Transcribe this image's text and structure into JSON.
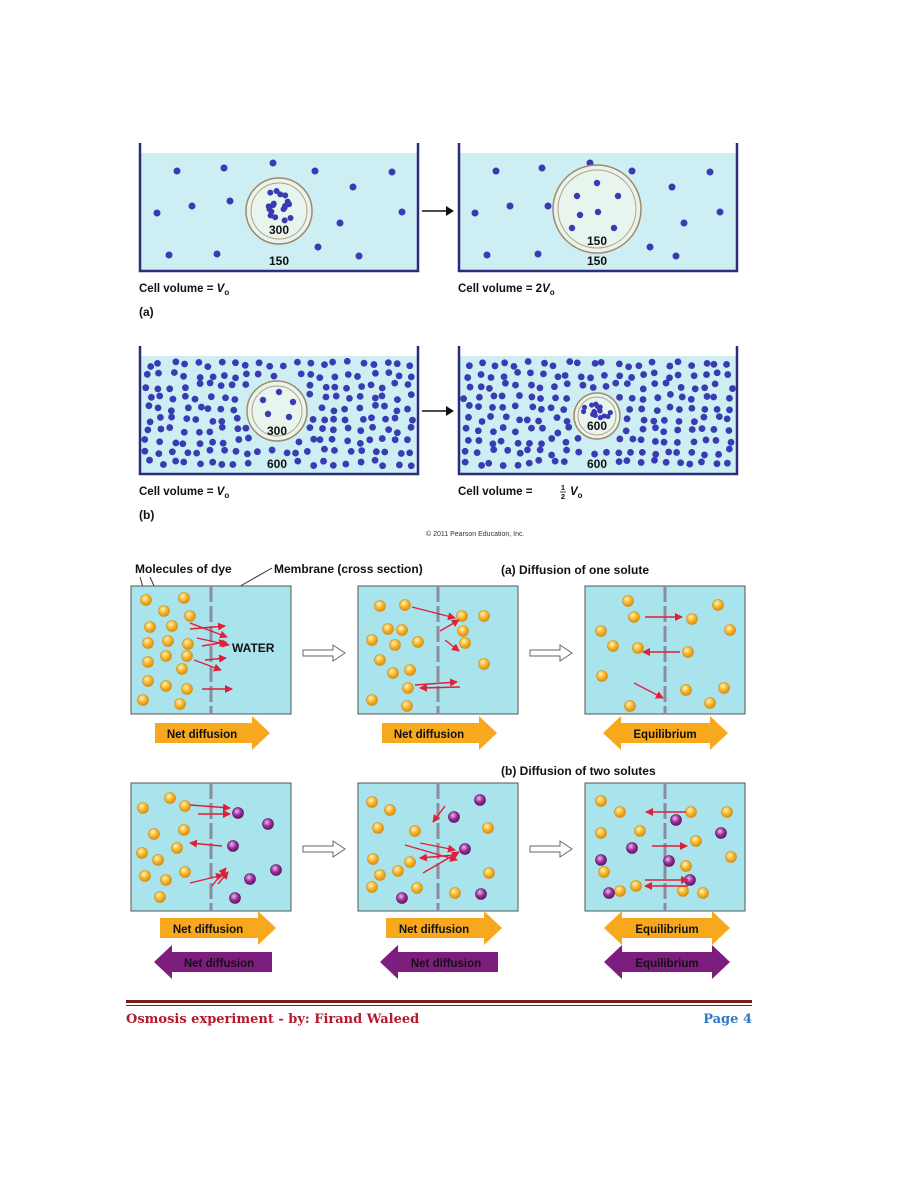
{
  "figure_top": {
    "panel_a": {
      "letter": "(a)",
      "left": {
        "inner": "300",
        "outer": "150",
        "volume_prefix": "Cell volume = ",
        "volume_sym": "V",
        "volume_sub": "o"
      },
      "right": {
        "inner": "150",
        "outer": "150",
        "volume_prefix": "Cell volume = 2",
        "volume_sym": "V",
        "volume_sub": "o"
      }
    },
    "panel_b": {
      "letter": "(b)",
      "left": {
        "inner": "300",
        "outer": "600",
        "volume_prefix": "Cell volume = ",
        "volume_sym": "V",
        "volume_sub": "o"
      },
      "right": {
        "inner": "600",
        "outer": "600",
        "volume_prefix": "Cell volume = ",
        "volume_frac_num": "1",
        "volume_frac_den": "2",
        "volume_sym": "V",
        "volume_sub": "o"
      }
    },
    "copyright": "© 2011 Pearson Education, Inc."
  },
  "figure_bottom": {
    "label_dye": "Molecules of dye",
    "label_membrane": "Membrane (cross section)",
    "label_water": "WATER",
    "title_a": "(a) Diffusion of one solute",
    "title_b": "(b) Diffusion of two solutes",
    "net_diffusion": "Net diffusion",
    "equilibrium": "Equilibrium"
  },
  "colors": {
    "tank": "#cdeef2",
    "box": "#a9e3ec",
    "dot": "#3a3ab4",
    "dye": "#f5ad1f",
    "purple": "#8b2a8b",
    "orange_arrow": "#f7a81c",
    "purple_arrow": "#7d1d7d",
    "red_arrow": "#e0203a"
  },
  "footer": {
    "left": "Osmosis experiment - by: Firand Waleed",
    "right": "Page 4"
  }
}
